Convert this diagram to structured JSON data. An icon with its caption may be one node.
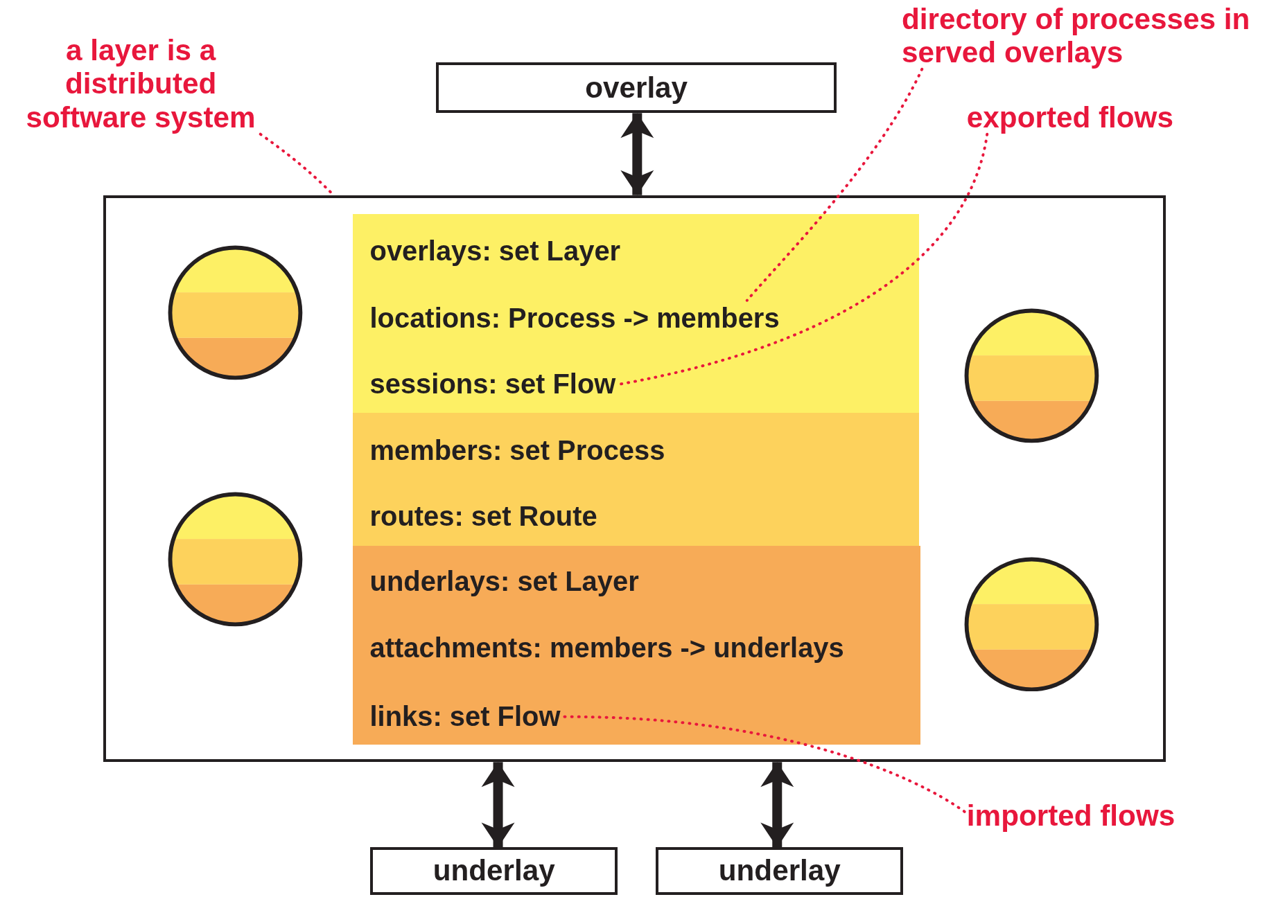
{
  "diagram": {
    "nodes": [
      {
        "text": [
          "a layer is a distributed software system"
        ]
      },
      {
        "text": [
          "overlay"
        ]
      },
      {
        "text": [
          "directory of processes in served overlays"
        ]
      },
      {
        "text": [
          "exported flows"
        ]
      },
      {
        "text": [],
        "shape": "box"
      },
      {
        "text": [],
        "shape": "bar",
        "in": 4
      },
      {
        "text": [
          "overlays: set Layer"
        ],
        "in": 5
      },
      {
        "text": [
          "locations: Process -> members"
        ],
        "in": 5
      },
      {
        "text": [
          "sessions: set Flow"
        ],
        "in": 5
      },
      {
        "text": [],
        "shape": "bar",
        "in": 4
      },
      {
        "text": [
          "members: set Process"
        ],
        "in": 9
      },
      {
        "text": [
          "routes: set Route"
        ],
        "in": 9
      },
      {
        "text": [],
        "shape": "bar",
        "in": 4
      },
      {
        "text": [
          "underlays: set Layer"
        ],
        "in": 12
      },
      {
        "text": [
          "attachments: members -> underlays"
        ],
        "in": 12
      },
      {
        "text": [
          "links: set Flow"
        ],
        "in": 12
      },
      {
        "text": [],
        "shape": "circle",
        "in": 4
      },
      {
        "text": [],
        "shape": "circle",
        "in": 4
      },
      {
        "text": [],
        "shape": "circle",
        "in": 4
      },
      {
        "text": [],
        "shape": "circle",
        "in": 4
      },
      {
        "text": [
          "imported flows"
        ]
      },
      {
        "text": [
          "underlay"
        ]
      },
      {
        "text": [
          "underlay"
        ]
      }
    ],
    "edges": [
      {
        "from": 1,
        "to": 4,
        "arrow": "both",
        "style": "thick",
        "color": "#231f20"
      },
      {
        "from": 4,
        "to": 21,
        "arrow": "both",
        "style": "thick",
        "color": "#231f20"
      },
      {
        "from": 4,
        "to": 22,
        "arrow": "both",
        "style": "thick",
        "color": "#231f20"
      },
      {
        "from": 0,
        "to": 4,
        "arrow": "none",
        "style": "dashed",
        "color": "#e8173c"
      },
      {
        "from": 2,
        "to": 7,
        "arrow": "none",
        "style": "dashed",
        "color": "#e8173c"
      },
      {
        "from": 3,
        "to": 8,
        "arrow": "none",
        "style": "dashed",
        "color": "#e8173c"
      },
      {
        "from": 15,
        "to": 20,
        "arrow": "none",
        "style": "dashed",
        "color": "#e8173c"
      }
    ]
  }
}
